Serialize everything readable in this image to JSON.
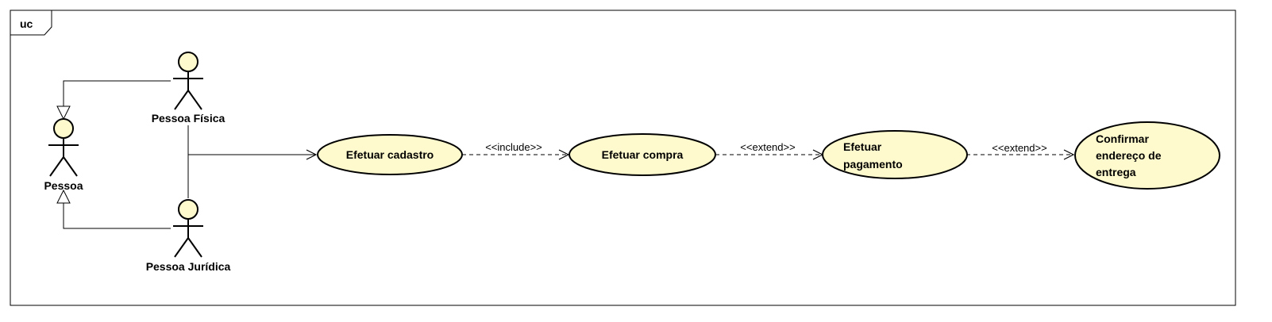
{
  "frame": {
    "label": "uc"
  },
  "colors": {
    "fill": "#fffacd",
    "stroke": "#000000",
    "background": "#ffffff"
  },
  "actors": [
    {
      "id": "pessoa",
      "name": "Pessoa"
    },
    {
      "id": "pessoa_fisica",
      "name": "Pessoa Física"
    },
    {
      "id": "pessoa_juridica",
      "name": "Pessoa Jurídica"
    }
  ],
  "use_cases": [
    {
      "id": "efetuar_cadastro",
      "lines": [
        "Efetuar cadastro"
      ]
    },
    {
      "id": "efetuar_compra",
      "lines": [
        "Efetuar compra"
      ]
    },
    {
      "id": "efetuar_pagamento",
      "lines": [
        "Efetuar",
        "pagamento"
      ]
    },
    {
      "id": "confirmar_endereco",
      "lines": [
        "Confirmar",
        "endereço de",
        "entrega"
      ]
    }
  ],
  "relationships": [
    {
      "type": "generalization",
      "from": "pessoa_fisica",
      "to": "pessoa"
    },
    {
      "type": "generalization",
      "from": "pessoa_juridica",
      "to": "pessoa"
    },
    {
      "type": "association",
      "from": "pessoa_fisica",
      "to": "efetuar_cadastro"
    },
    {
      "type": "association",
      "from": "pessoa_juridica",
      "to": "efetuar_cadastro"
    },
    {
      "type": "dependency",
      "from": "efetuar_cadastro",
      "to": "efetuar_compra",
      "label": "<<include>>"
    },
    {
      "type": "dependency",
      "from": "efetuar_compra",
      "to": "efetuar_pagamento",
      "label": "<<extend>>"
    },
    {
      "type": "dependency",
      "from": "efetuar_pagamento",
      "to": "confirmar_endereco",
      "label": "<<extend>>"
    }
  ]
}
